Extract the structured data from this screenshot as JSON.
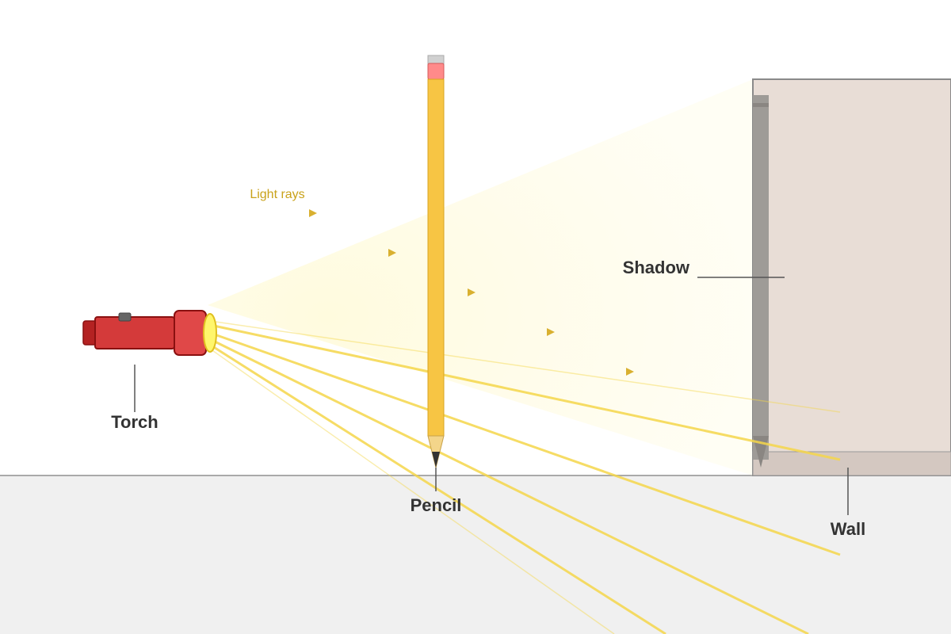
{
  "labels": {
    "torch": "Torch",
    "pencil": "Pencil",
    "shadow": "Shadow",
    "wall": "Wall",
    "light_rays": "Light rays"
  },
  "colors": {
    "floor": "#f0f0f0",
    "wall": "#e8ddd6",
    "shadow": "#9e9b97",
    "pencil_body": "#f7c544",
    "eraser": "#ff8a8a",
    "torch_body": "#d43a3a",
    "torch_head": "#e04848",
    "bulb": "#fff66b",
    "light_ray": "#f5d64a",
    "light_rays_label": "#c9a21a",
    "label_text": "#333333"
  }
}
